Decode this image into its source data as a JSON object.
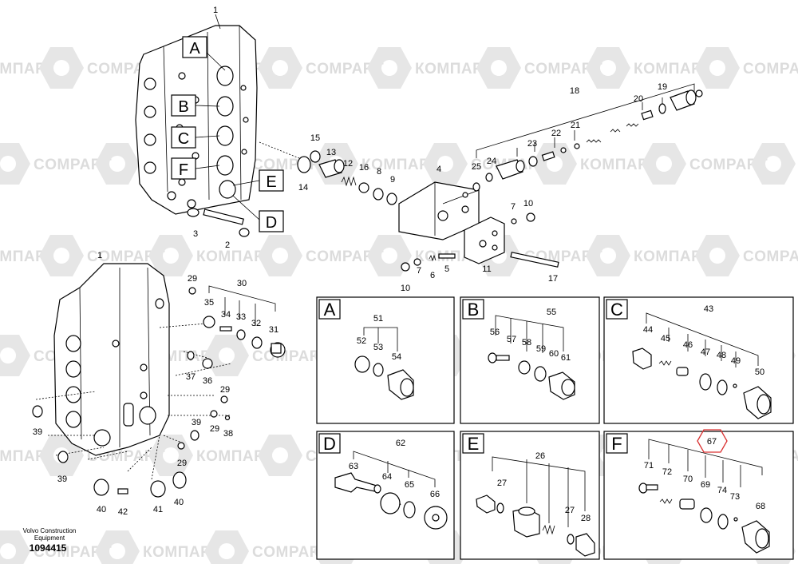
{
  "watermark": {
    "latin": "COMPART",
    "cyrillic": "КОМПАРТ"
  },
  "caption": {
    "line1": "Volvo Construction",
    "line2": "Equipment",
    "doc_number": "1094415"
  },
  "callout_letters": [
    "A",
    "B",
    "C",
    "F",
    "E",
    "D"
  ],
  "labels": {
    "1": "1",
    "2": "2",
    "3": "3",
    "4": "4",
    "5": "5",
    "6": "6",
    "7": "7",
    "8": "8",
    "9": "9",
    "10": "10",
    "11": "11",
    "12": "12",
    "13": "13",
    "14": "14",
    "15": "15",
    "16": "16",
    "17": "17",
    "18": "18",
    "19": "19",
    "20": "20",
    "21": "21",
    "22": "22",
    "23": "23",
    "24": "24",
    "25": "25",
    "26": "26",
    "27": "27",
    "28": "28",
    "29": "29",
    "30": "30",
    "31": "31",
    "32": "32",
    "33": "33",
    "34": "34",
    "35": "35",
    "36": "36",
    "37": "37",
    "38": "38",
    "39": "39",
    "40": "40",
    "41": "41",
    "42": "42",
    "43": "43",
    "44": "44",
    "45": "45",
    "46": "46",
    "47": "47",
    "48": "48",
    "49": "49",
    "50": "50",
    "51": "51",
    "52": "52",
    "53": "53",
    "54": "54",
    "55": "55",
    "56": "56",
    "57": "57",
    "58": "58",
    "59": "59",
    "60": "60",
    "61": "61",
    "62": "62",
    "63": "63",
    "64": "64",
    "65": "65",
    "66": "66",
    "67": "67",
    "68": "68",
    "69": "69",
    "70": "70",
    "71": "71",
    "72": "72",
    "73": "73",
    "74": "74"
  },
  "panels": [
    {
      "letter": "A"
    },
    {
      "letter": "B"
    },
    {
      "letter": "C"
    },
    {
      "letter": "D"
    },
    {
      "letter": "E"
    },
    {
      "letter": "F"
    }
  ],
  "highlight": {
    "label": "67",
    "color": "#d93030"
  }
}
